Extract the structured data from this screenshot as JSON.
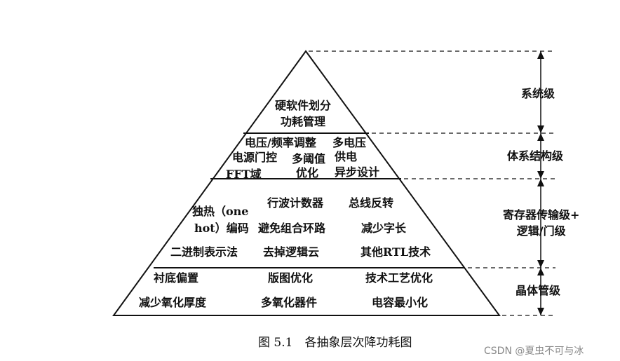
{
  "pyramid": {
    "tiers": [
      {
        "items": [
          "硬软件划分",
          "功耗管理"
        ]
      },
      {
        "items": [
          "电压/频率调整",
          "多电压",
          "供电",
          "电源门控",
          "多阈值",
          "优化",
          "FFT域",
          "异步设计"
        ]
      },
      {
        "items": [
          "独热（one",
          "hot）编码",
          "行波计数器",
          "总线反转",
          "避免组合环路",
          "减少字长",
          "二进制表示法",
          "去掉逻辑云",
          "其他RTL技术"
        ]
      },
      {
        "items": [
          "衬底偏置",
          "版图优化",
          "技术工艺优化",
          "减少氧化厚度",
          "多氧化器件",
          "电容最小化"
        ]
      }
    ]
  },
  "levels": [
    {
      "label": "系统级"
    },
    {
      "label": "体系结构级"
    },
    {
      "label_line1": "寄存器传输级+",
      "label_line2": "逻辑/门级"
    },
    {
      "label": "晶体管级"
    }
  ],
  "caption": "图 5.1　各抽象层次降功耗图",
  "watermark": "CSDN @夏虫不可与冰"
}
